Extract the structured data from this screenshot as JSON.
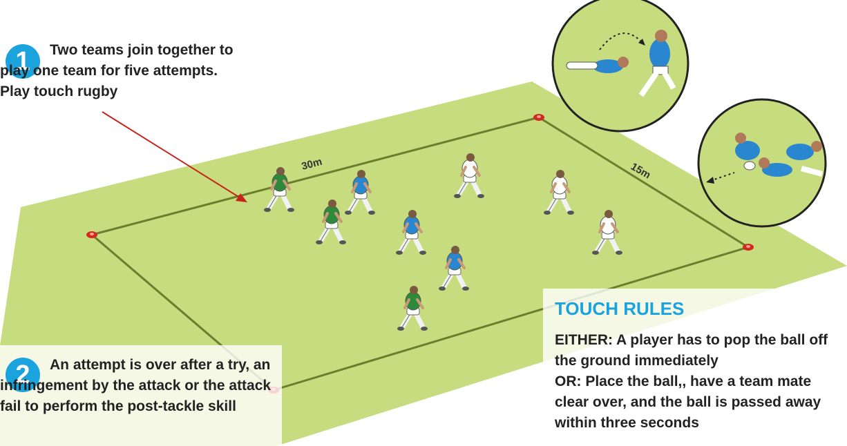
{
  "step1": {
    "number": "1",
    "text": "Two teams join together to play one team for five attempts. Play touch rugby"
  },
  "step2": {
    "number": "2",
    "text": "An attempt is over after a try, an infringement by the attack or the attack fail to perform the post-tackle skill"
  },
  "pitch": {
    "length_label": "30m",
    "width_label": "15m"
  },
  "touch_rules": {
    "title": "TOUCH RULES",
    "either": "EITHER: A player has to pop the ball off the ground immediately",
    "or": "OR: Place the ball,, have a team mate clear over, and the ball is passed away within three seconds"
  },
  "colors": {
    "accent": "#1aa3dc",
    "grass": "#c7dc7f",
    "line": "#6b7d2e",
    "cone": "#d42a1e",
    "team_green": "#2c8a3a",
    "team_blue": "#2a87cf",
    "team_white": "#ffffff",
    "arrow": "#c8231b"
  },
  "icons": [
    "cone-marker-icon",
    "player-figure-icon",
    "pass-arrow-icon"
  ]
}
